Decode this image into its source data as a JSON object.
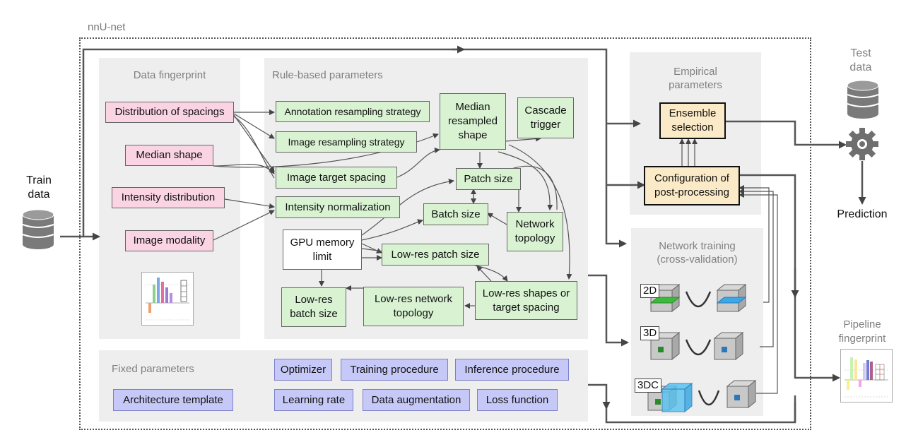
{
  "frame": {
    "label": "nnU-net"
  },
  "inputs": {
    "train_data": "Train\ndata",
    "test_data": "Test\ndata",
    "prediction": "Prediction",
    "pipeline_fingerprint": "Pipeline\nfingerprint"
  },
  "panels": {
    "data_fingerprint": "Data fingerprint",
    "rule_based": "Rule-based parameters",
    "empirical": "Empirical\nparameters",
    "network_training": "Network training\n(cross-validation)",
    "fixed": "Fixed parameters"
  },
  "fingerprint_items": [
    "Distribution of spacings",
    "Median shape",
    "Intensity distribution",
    "Image modality"
  ],
  "rule_items": {
    "annotation_resampling": "Annotation resampling strategy",
    "image_resampling": "Image resampling strategy",
    "image_target_spacing": "Image target spacing",
    "intensity_normalization": "Intensity normalization",
    "median_resampled_shape": "Median\nresampled\nshape",
    "cascade_trigger": "Cascade\ntrigger",
    "patch_size": "Patch size",
    "batch_size": "Batch size",
    "network_topology": "Network\ntopology",
    "gpu_memory_limit": "GPU memory\nlimit",
    "lowres_patch_size": "Low-res patch size",
    "lowres_shapes": "Low-res shapes or\ntarget spacing",
    "lowres_network_topology": "Low-res network\ntopology",
    "lowres_batch_size": "Low-res\nbatch size"
  },
  "empirical_items": {
    "ensemble_selection": "Ensemble\nselection",
    "postprocessing": "Configuration of\npost-processing"
  },
  "training_configs": [
    "2D",
    "3D",
    "3DC"
  ],
  "fixed_items": [
    "Architecture template",
    "Optimizer",
    "Training procedure",
    "Inference procedure",
    "Learning rate",
    "Data augmentation",
    "Loss function"
  ],
  "colors": {
    "fingerprint": "#fbd4e4",
    "rule": "#d8f2d2",
    "fixed": "#c6c9f7",
    "empirical": "#fbeac7",
    "panel": "#eeeeee"
  },
  "icons": [
    "database-icon",
    "gear-icon",
    "histogram-icon",
    "cube-icon",
    "u-net-icon"
  ]
}
